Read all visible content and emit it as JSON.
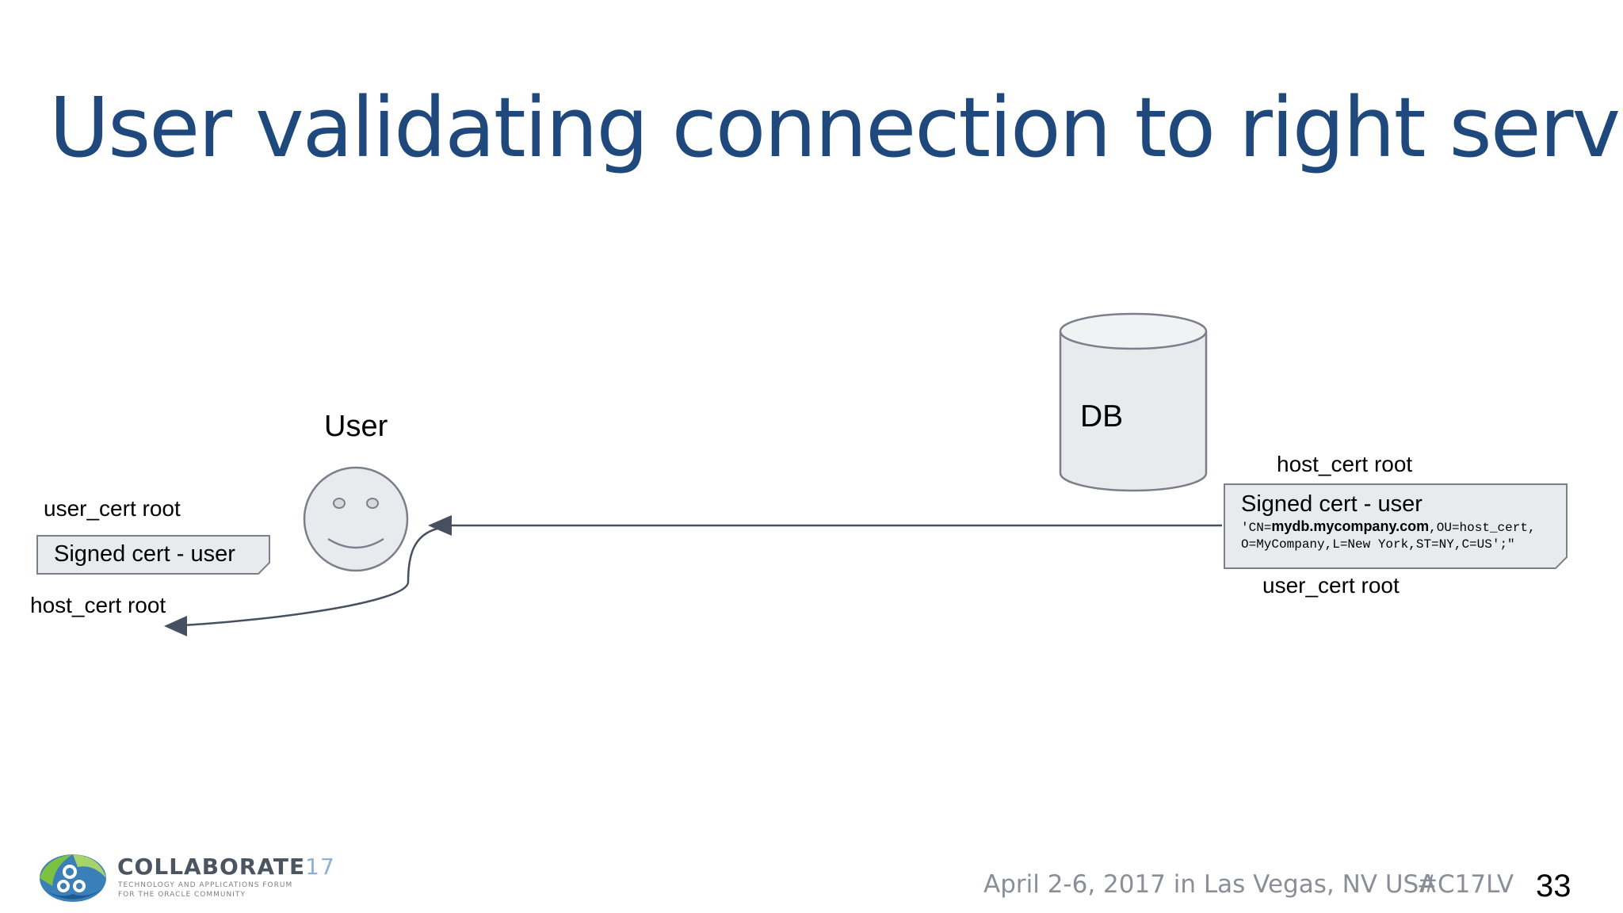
{
  "slide": {
    "title": "User validating connection to right server",
    "page_number": "33"
  },
  "diagram": {
    "user_label": "User",
    "db_label": "DB",
    "client": {
      "root_label_top": "user_cert root",
      "cert_label": "Signed cert - user",
      "root_label_bottom": "host_cert root"
    },
    "server": {
      "root_label_top": "host_cert root",
      "cert_label": "Signed cert - user",
      "dn_prefix": "'CN=",
      "dn_cn": "mydb.mycompany.com",
      "dn_line1_rest": ",OU=host_cert,",
      "dn_line2": "O=MyCompany,L=New York,ST=NY,C=US';\"",
      "root_label_bottom": "user_cert root"
    }
  },
  "footer": {
    "event": "April 2-6, 2017 in Las Vegas, NV USA",
    "hashtag": "#C17LV",
    "logo_word": "COLLABORATE",
    "logo_num": "17",
    "logo_tag1": "TECHNOLOGY AND APPLICATIONS FORUM",
    "logo_tag2": "FOR THE ORACLE COMMUNITY"
  },
  "colors": {
    "title": "#1f497d",
    "connector": "#475060",
    "shape_fill": "#e9eaed",
    "shape_stroke": "#7a7f8a"
  }
}
